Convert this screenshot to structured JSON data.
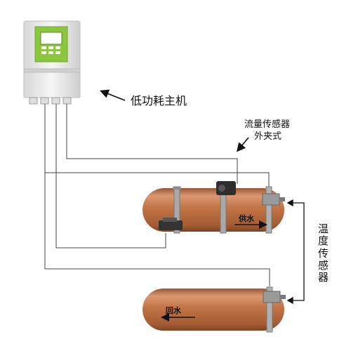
{
  "labels": {
    "host": "低功耗主机",
    "flow_sensor_line1": "流量传感器",
    "flow_sensor_line2": "外夹式",
    "temp_sensor_chars": [
      "温",
      "度",
      "传",
      "感",
      "器"
    ],
    "supply_water": "供水",
    "return_water": "回水"
  },
  "colors": {
    "pipe": "#c27545",
    "pipe_dark": "#8a4a26",
    "pipe_light": "#e2a37a",
    "display_green": "#8cc63f",
    "screen": "#ffffff",
    "enclosure": "#eeeeee",
    "wire": "#444444"
  },
  "icons": [
    "arrow-icon",
    "clamp-icon",
    "display-screen-icon"
  ]
}
